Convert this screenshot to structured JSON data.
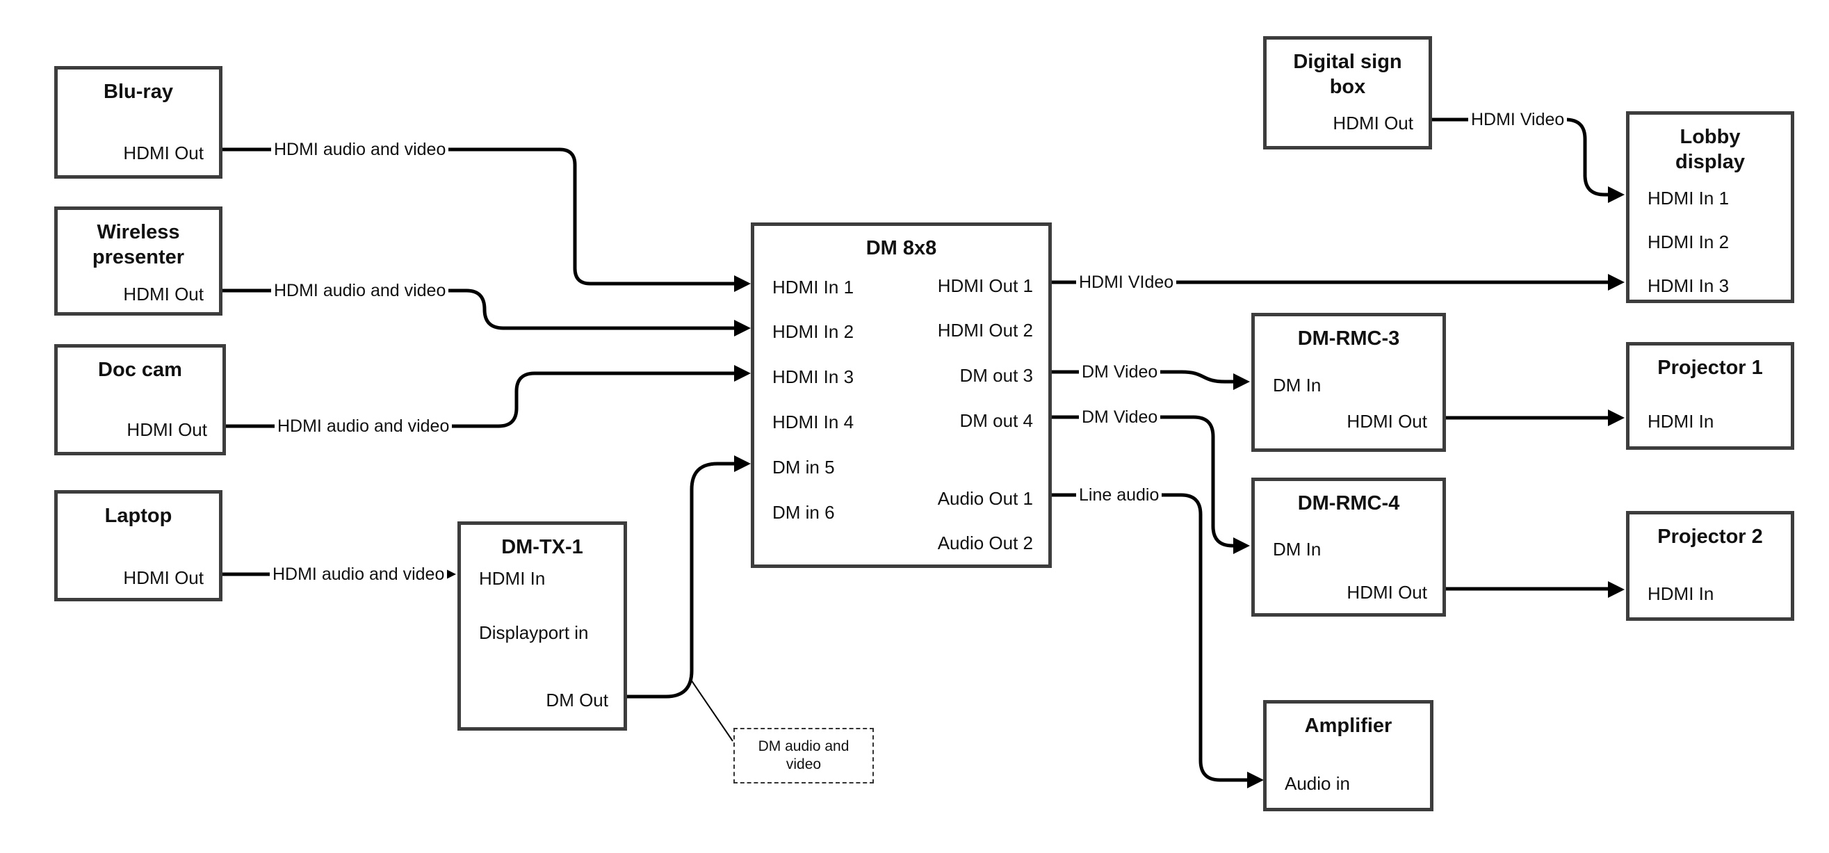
{
  "colors": {
    "wire": "#000000",
    "border": "#3d3d3d",
    "text": "#111111",
    "background": "#ffffff"
  },
  "boxes": {
    "bluray": {
      "title": "Blu-ray",
      "ports": {
        "hdmi_out": "HDMI Out"
      }
    },
    "wireless": {
      "title": "Wireless presenter",
      "ports": {
        "hdmi_out": "HDMI Out"
      }
    },
    "doccam": {
      "title": "Doc cam",
      "ports": {
        "hdmi_out": "HDMI Out"
      }
    },
    "laptop": {
      "title": "Laptop",
      "ports": {
        "hdmi_out": "HDMI Out"
      }
    },
    "dmtx1": {
      "title": "DM-TX-1",
      "ports": {
        "hdmi_in": "HDMI In",
        "displayport_in": "Displayport in",
        "dm_out": "DM Out"
      }
    },
    "dm8x8": {
      "title": "DM 8x8",
      "ports": {
        "hdmi_in_1": "HDMI In 1",
        "hdmi_in_2": "HDMI In 2",
        "hdmi_in_3": "HDMI In 3",
        "hdmi_in_4": "HDMI In 4",
        "dm_in_5": "DM in 5",
        "dm_in_6": "DM in 6",
        "hdmi_out_1": "HDMI Out 1",
        "hdmi_out_2": "HDMI Out 2",
        "dm_out_3": "DM out 3",
        "dm_out_4": "DM out 4",
        "audio_out_1": "Audio Out 1",
        "audio_out_2": "Audio Out 2"
      }
    },
    "digisign": {
      "title": "Digital sign box",
      "ports": {
        "hdmi_out": "HDMI Out"
      }
    },
    "lobby": {
      "title": "Lobby display",
      "ports": {
        "hdmi_in_1": "HDMI In 1",
        "hdmi_in_2": "HDMI In 2",
        "hdmi_in_3": "HDMI In 3"
      }
    },
    "dmrmc3": {
      "title": "DM-RMC-3",
      "ports": {
        "dm_in": "DM In",
        "hdmi_out": "HDMI Out"
      }
    },
    "proj1": {
      "title": "Projector 1",
      "ports": {
        "hdmi_in": "HDMI In"
      }
    },
    "dmrmc4": {
      "title": "DM-RMC-4",
      "ports": {
        "dm_in": "DM In",
        "hdmi_out": "HDMI Out"
      }
    },
    "proj2": {
      "title": "Projector 2",
      "ports": {
        "hdmi_in": "HDMI In"
      }
    },
    "amplifier": {
      "title": "Amplifier",
      "ports": {
        "audio_in": "Audio in"
      }
    }
  },
  "edges": {
    "bluray_to_dm8x8": "HDMI audio and video",
    "wireless_to_dm8x8": "HDMI audio and video",
    "doccam_to_dm8x8": "HDMI audio and video",
    "laptop_to_dmtx1": "HDMI audio and video",
    "dm8x8_to_lobby": "HDMI VIdeo",
    "dm8x8_to_dmrmc3": "DM Video",
    "dm8x8_to_dmrmc4": "DM Video",
    "dm8x8_to_amplifier": "Line audio",
    "digisign_to_lobby": "HDMI Video"
  },
  "note": {
    "text": "DM audio and video"
  }
}
